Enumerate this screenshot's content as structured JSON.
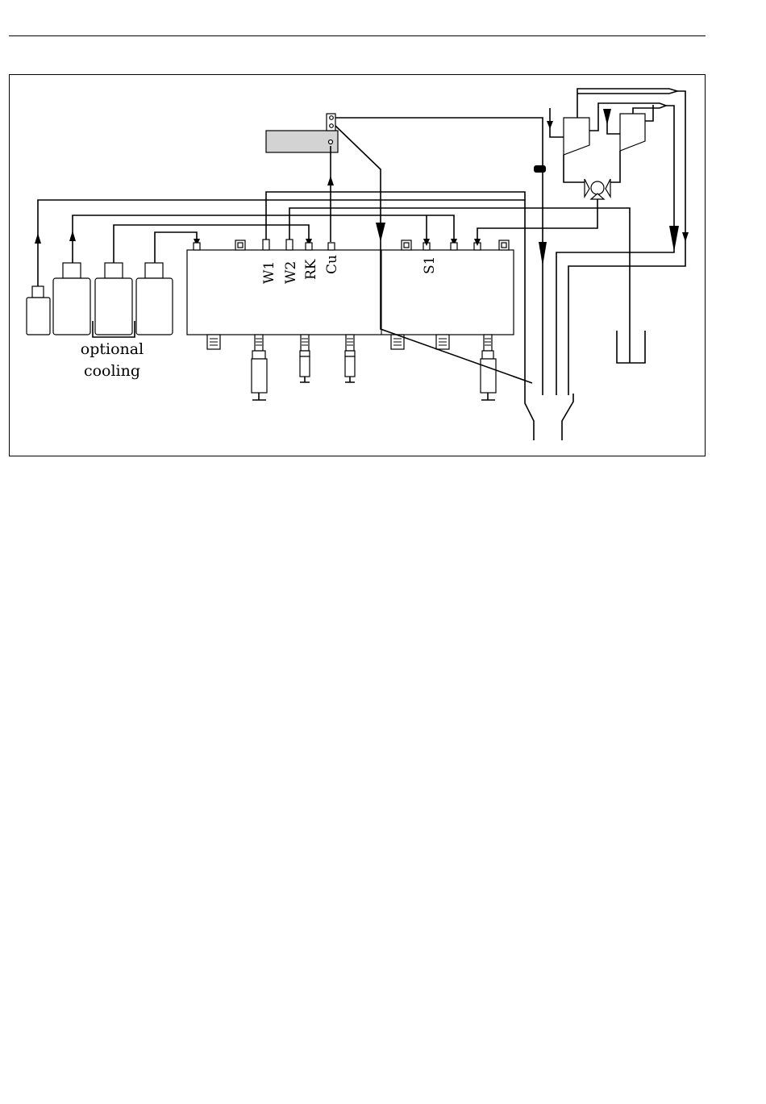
{
  "diagram": {
    "port_labels": {
      "w1": "W1",
      "w2": "W2",
      "rk": "RK",
      "cu": "Cu",
      "s1": "S1"
    },
    "cooling_note": {
      "line1": "optional",
      "line2": "cooling"
    },
    "colors": {
      "stroke": "#000000",
      "sensor_fill": "#d3d3d3",
      "background": "#ffffff"
    }
  }
}
